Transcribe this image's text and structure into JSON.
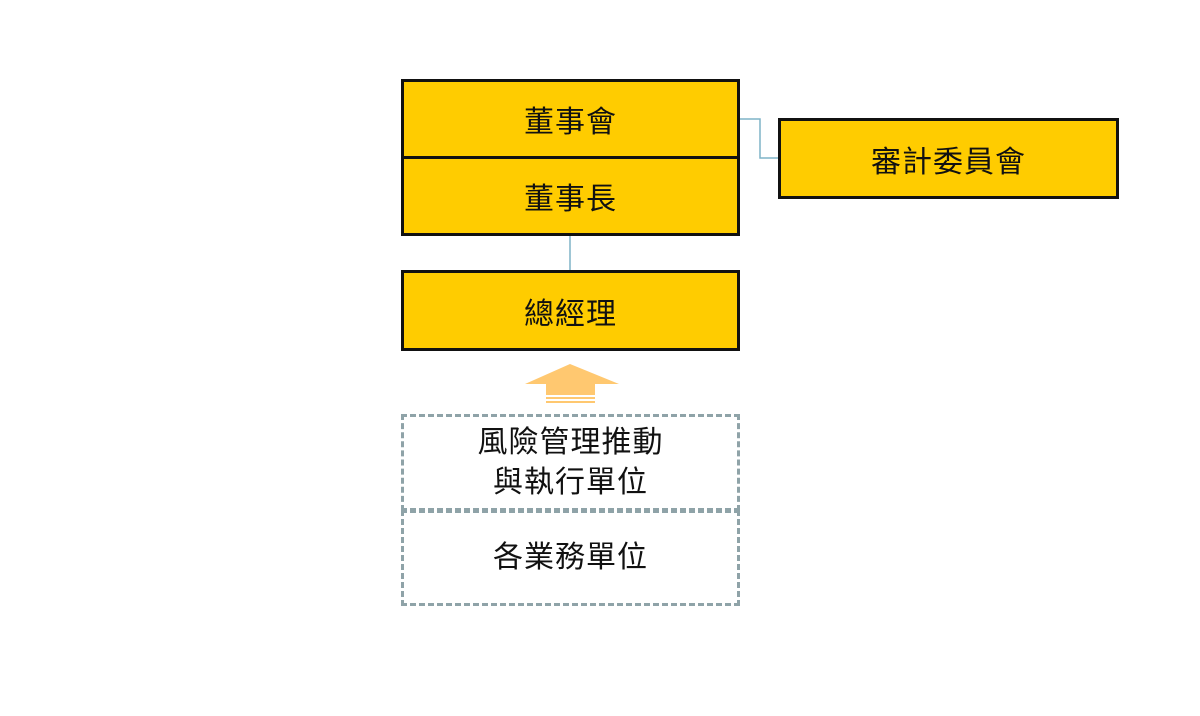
{
  "org_chart": {
    "board": {
      "label": "董事會"
    },
    "chairman": {
      "label": "董事長"
    },
    "audit_committee": {
      "label": "審計委員會"
    },
    "general_manager": {
      "label": "總經理"
    },
    "risk_units": {
      "label": "風險管理推動\n與執行單位"
    },
    "business_units": {
      "label": "各業務單位"
    }
  },
  "colors": {
    "box_fill": "#FFCC00",
    "box_border": "#111111",
    "dashed_border": "#8FA3A8",
    "connector": "#7FB3C7",
    "arrow": "#FFC870"
  }
}
